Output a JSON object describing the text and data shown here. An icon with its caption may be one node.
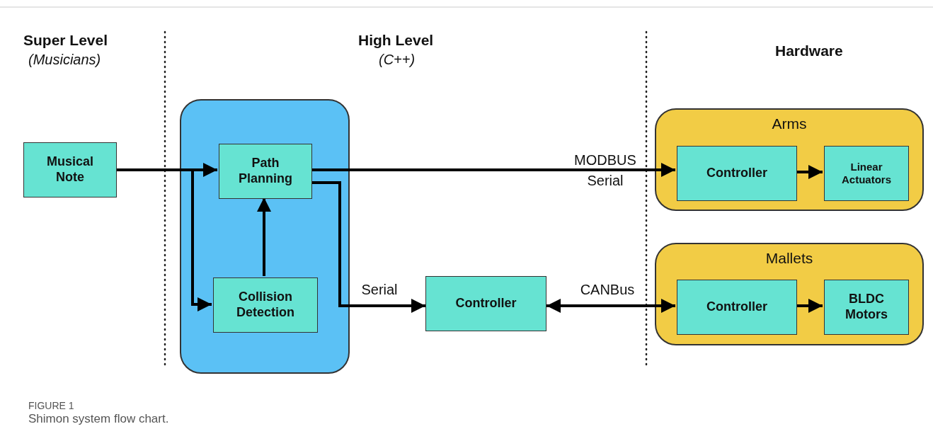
{
  "diagram": {
    "caption": "Shimon system flow chart.",
    "nodes": [
      {
        "text": [
          "Musical Note"
        ]
      },
      {
        "text": [],
        "shape": "box"
      },
      {
        "text": [
          "Path Planning"
        ],
        "in": 1
      },
      {
        "text": [
          "Collision Detection"
        ],
        "in": 1
      },
      {
        "text": [
          "Controller"
        ]
      },
      {
        "text": [
          "Arms"
        ]
      },
      {
        "text": [
          "Controller"
        ],
        "in": 5
      },
      {
        "text": [
          "Linear Actuators"
        ],
        "in": 5
      },
      {
        "text": [
          "Mallets"
        ]
      },
      {
        "text": [
          "Controller"
        ],
        "in": 8
      },
      {
        "text": [
          "BLDC Motors"
        ],
        "in": 8
      }
    ],
    "edges": [
      {
        "from": 0,
        "to": 2,
        "arrow": "to"
      },
      {
        "from": 0,
        "to": 3,
        "arrow": "to"
      },
      {
        "from": 3,
        "to": 2,
        "arrow": "to"
      },
      {
        "from": 2,
        "to": 6,
        "arrow": "to",
        "label": "MODBUS Serial"
      },
      {
        "from": 2,
        "to": 4,
        "arrow": "to",
        "label": "Serial"
      },
      {
        "from": 4,
        "to": 9,
        "arrow": "both",
        "label": "CANBus"
      },
      {
        "from": 6,
        "to": 7,
        "arrow": "to"
      },
      {
        "from": 9,
        "to": 10,
        "arrow": "to"
      }
    ],
    "labels": [
      "Super Level",
      "(Musicians)",
      "High Level",
      "(C++)",
      "Hardware",
      "FIGURE 1"
    ]
  }
}
